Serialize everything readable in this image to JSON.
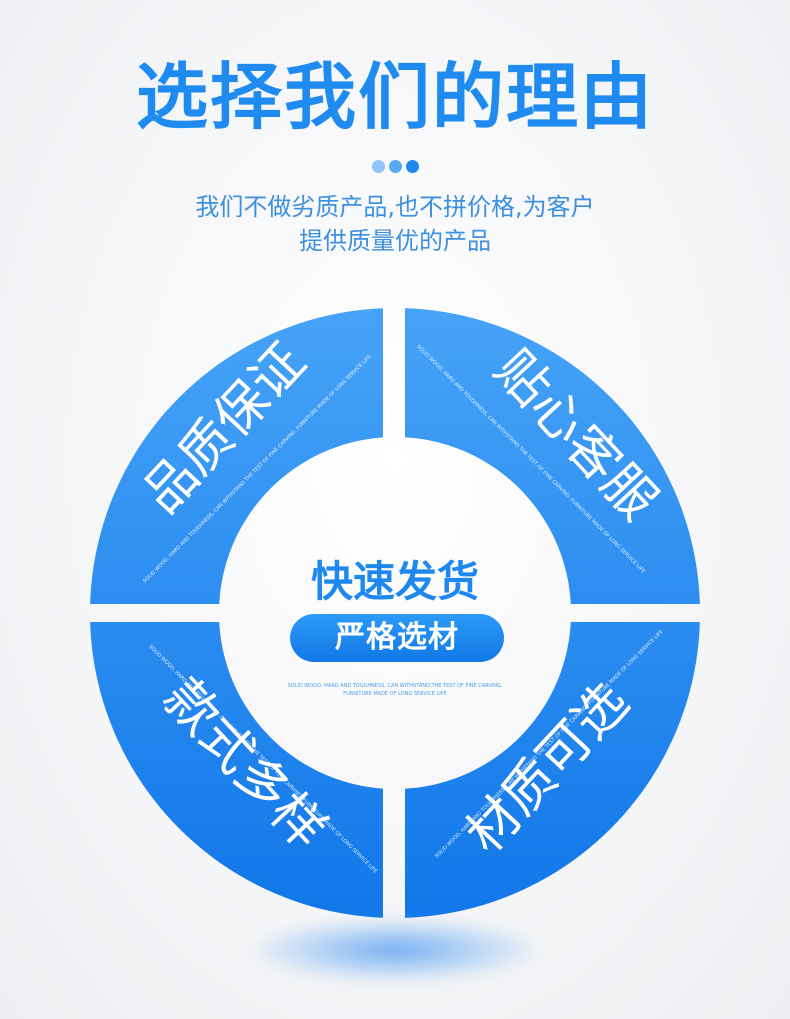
{
  "header": {
    "title": "选择我们的理由",
    "subtitle_line1": "我们不做劣质产品,也不拼价格,为客户",
    "subtitle_line2": "提供质量优的产品"
  },
  "colors": {
    "accent": "#1f8bf0",
    "dot_light": "#8ec4f7",
    "dot_mid": "#5aa7f2",
    "dot_dark": "#1f86ee",
    "ring_top": "#3f9ef6",
    "ring_bottom": "#1379ea"
  },
  "quadrants": {
    "top_left": {
      "title": "品质保证",
      "note": "SOLID WOOD, HARD AND TOUGHNESS, CAN WITHSTAND THE TEST OF FINE CARVING. FURNITURE MADE OF LONG SERVICE LIFE"
    },
    "top_right": {
      "title": "贴心客服",
      "note": "SOLID WOOD, HARD AND TOUGHNESS, CAN WITHSTAND THE TEST OF FINE CARVING. FURNITURE MADE OF LONG SERVICE LIFE"
    },
    "bottom_left": {
      "title": "款式多样",
      "note": "SOLID WOOD, HARD AND TOUGHNESS, CAN WITHSTAND THE TEST OF FINE CARVING. FURNITURE MADE OF LONG SERVICE LIFE"
    },
    "bottom_right": {
      "title": "材质可选",
      "note": "SOLID WOOD, HARD AND TOUGHNESS, CAN WITHSTAND THE TEST OF FINE CARVING. FURNITURE MADE OF LONG SERVICE LIFE"
    }
  },
  "center": {
    "title": "快速发货",
    "button_label": "严格选材",
    "note_line1": "SOLID WOOD, HARD AND TOUGHNESS, CAN WITHSTAND THE TEST OF FINE CARVING.",
    "note_line2": "FURNITURE MADE OF LONG SERVICE LIFE"
  }
}
